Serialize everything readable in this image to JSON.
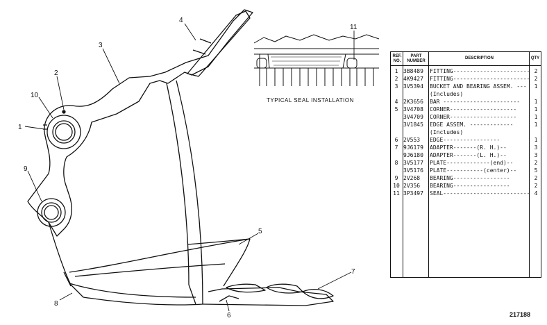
{
  "callouts": [
    "1",
    "2",
    "3",
    "4",
    "5",
    "6",
    "7",
    "8",
    "9",
    "10",
    "11"
  ],
  "seal_caption": "TYPICAL SEAL INSTALLATION",
  "figure_number": "217188",
  "table": {
    "headers": {
      "ref": "REF. NO.",
      "part": "PART NUMBER",
      "desc": "DESCRIPTION",
      "qty": "QTY"
    },
    "rows": [
      {
        "ref": "1",
        "part": "3B8489",
        "desc": "FITTING-----------------------",
        "qty": "2"
      },
      {
        "ref": "2",
        "part": "4K9427",
        "desc": "FITTING-----------------------",
        "qty": "2"
      },
      {
        "ref": "3",
        "part": "3V5394",
        "desc": "BUCKET AND BEARING ASSEM. ---",
        "qty": "1"
      },
      {
        "ref": "",
        "part": "",
        "desc": "(Includes)",
        "qty": ""
      },
      {
        "ref": "4",
        "part": "2K3656",
        "desc": "  BAR -----------------------",
        "qty": "1"
      },
      {
        "ref": "5",
        "part": "3V4708",
        "desc": "  CORNER--------------------",
        "qty": "1"
      },
      {
        "ref": "",
        "part": "3V4709",
        "desc": "  CORNER--------------------",
        "qty": "1"
      },
      {
        "ref": "",
        "part": "3V1845",
        "desc": "  EDGE ASSEM. -------------",
        "qty": "1"
      },
      {
        "ref": "",
        "part": "",
        "desc": "    (Includes)",
        "qty": ""
      },
      {
        "ref": "6",
        "part": "2V553",
        "desc": "     EDGE-----------------",
        "qty": "1"
      },
      {
        "ref": "7",
        "part": "9J6179",
        "desc": "     ADAPTER-------(R. H.)--",
        "qty": "3"
      },
      {
        "ref": "",
        "part": "9J6180",
        "desc": "     ADAPTER-------(L. H.)--",
        "qty": "3"
      },
      {
        "ref": "8",
        "part": "3V5177",
        "desc": "  PLATE-------------(end)--",
        "qty": "2"
      },
      {
        "ref": "",
        "part": "3V5176",
        "desc": "  PLATE-----------(center)--",
        "qty": "5"
      },
      {
        "ref": "9",
        "part": "2V268",
        "desc": "  BEARING-----------------",
        "qty": "2"
      },
      {
        "ref": "10",
        "part": "2V356",
        "desc": "  BEARING-----------------",
        "qty": "2"
      },
      {
        "ref": "11",
        "part": "3P3497",
        "desc": "SEAL---------------------------",
        "qty": "4"
      }
    ]
  }
}
